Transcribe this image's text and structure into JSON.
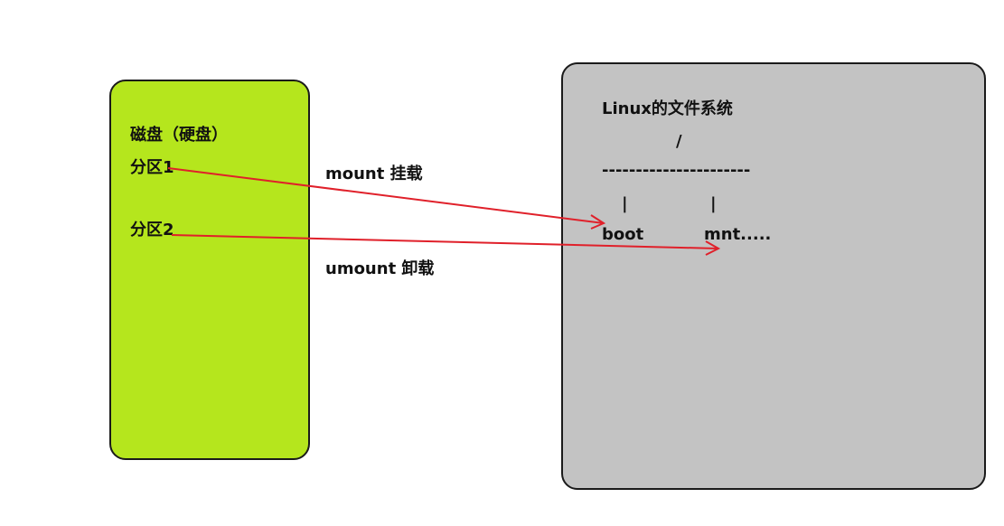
{
  "colors": {
    "disk_fill": "#b5e61d",
    "fs_fill": "#c3c3c3",
    "arrow": "#e0202a",
    "border": "#1a1a1a"
  },
  "disk": {
    "title": "磁盘（硬盘）",
    "partitions": [
      "分区1",
      "分区2"
    ]
  },
  "commands": {
    "mount": "mount 挂载",
    "umount": "umount 卸载"
  },
  "filesystem": {
    "title": "Linux的文件系统",
    "root": "/",
    "branch_line": "----------------------",
    "pipe_left": "|",
    "pipe_right": "|",
    "dirs": [
      "boot",
      "mnt....."
    ]
  },
  "arrows": [
    {
      "from": "分区1",
      "to": "boot"
    },
    {
      "from": "分区2",
      "to": "mnt....."
    }
  ]
}
